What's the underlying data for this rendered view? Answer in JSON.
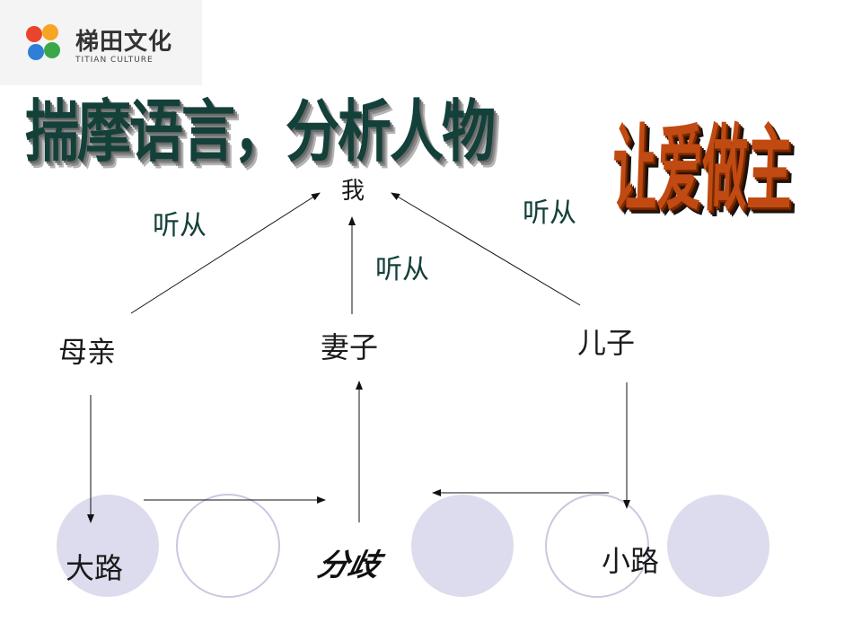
{
  "logo": {
    "name": "梯田文化",
    "subtitle": "TITIAN CULTURE",
    "colors": [
      "#e8452c",
      "#f5a623",
      "#3aa84a",
      "#2d7fd8"
    ]
  },
  "title": "揣摩语言，分析人物",
  "side_title": "让爱做主",
  "diagram": {
    "nodes": {
      "me": "我",
      "mother": "母亲",
      "wife": "妻子",
      "son": "儿子",
      "big_road": "大路",
      "fork": "分歧",
      "small_road": "小路"
    },
    "edge_labels": {
      "mother_to_me": "听从",
      "wife_to_me": "听从",
      "son_to_me": "听从"
    }
  },
  "colors": {
    "text_dark_green": "#14403a",
    "circle_fill": "#dcdcee",
    "circle_stroke": "#c8c8e0",
    "title_red": "#c04a12"
  }
}
